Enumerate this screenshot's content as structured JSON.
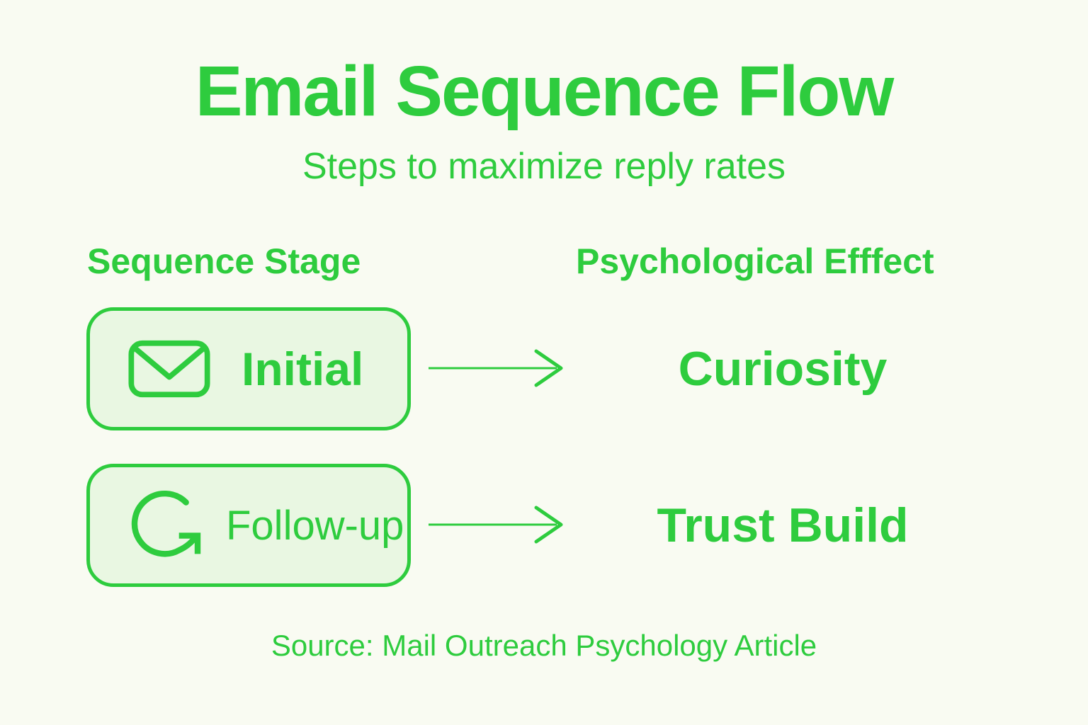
{
  "title": "Email Sequence Flow",
  "subtitle": "Steps to maximize reply rates",
  "columns": {
    "stage_header": "Sequence Stage",
    "effect_header": "Psychological Efffect"
  },
  "rows": [
    {
      "stage": "Initial",
      "icon": "envelope-icon",
      "effect": "Curiosity"
    },
    {
      "stage": "Follow-up",
      "icon": "refresh-icon",
      "effect": "Trust Build"
    }
  ],
  "source": "Source: Mail Outreach Psychology Article",
  "colors": {
    "green": "#2ecc3e",
    "box_fill": "#e9f7e2",
    "background": "#f9fbf2"
  }
}
